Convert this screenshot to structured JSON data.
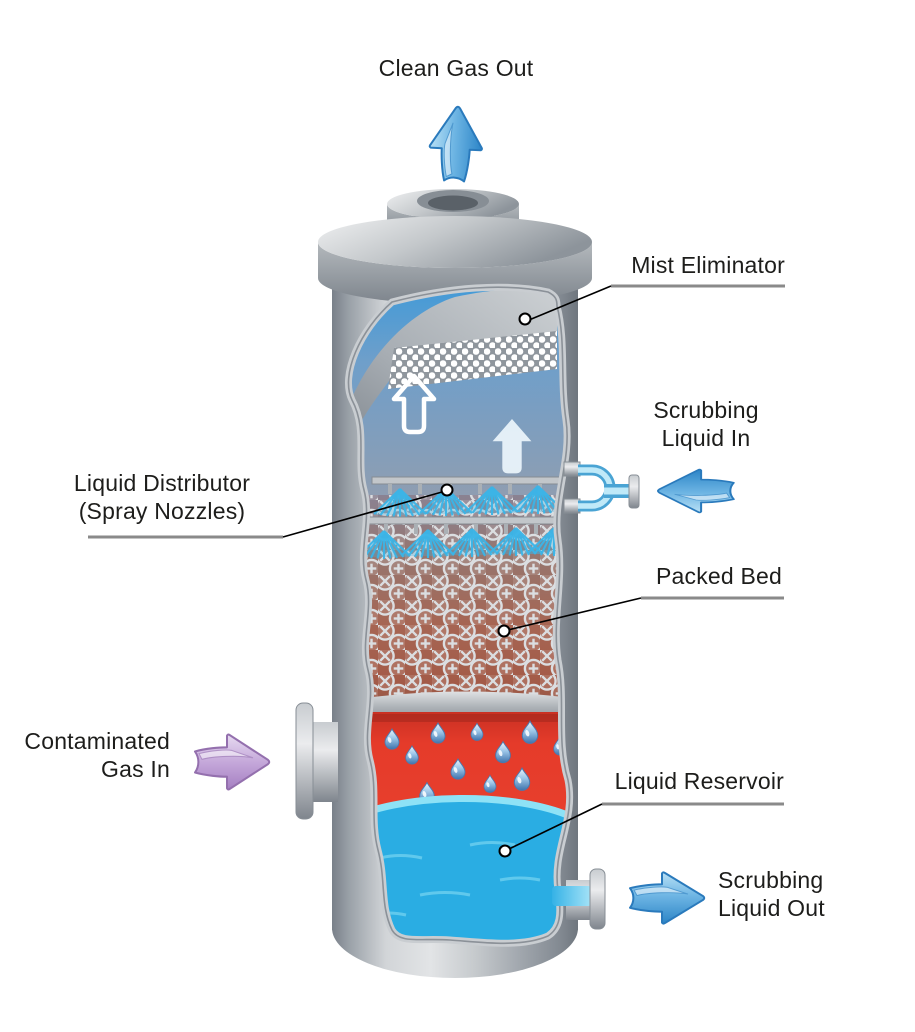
{
  "diagram_type": "packed-bed-gas-scrubber-cutaway",
  "labels": {
    "clean_gas_out": {
      "text": "Clean Gas Out"
    },
    "mist_eliminator": {
      "text": "Mist Eliminator"
    },
    "scrubbing_liquid_in": {
      "line1": "Scrubbing",
      "line2": "Liquid In"
    },
    "liquid_distributor": {
      "line1": "Liquid Distributor",
      "line2": "(Spray Nozzles)"
    },
    "packed_bed": {
      "text": "Packed Bed"
    },
    "contaminated_gas_in": {
      "line1": "Contaminated",
      "line2": "Gas In"
    },
    "liquid_reservoir": {
      "text": "Liquid Reservoir"
    },
    "scrubbing_liquid_out": {
      "line1": "Scrubbing",
      "line2": "Liquid Out"
    }
  },
  "palette": {
    "background": "#ffffff",
    "vessel_gray_light": "#e2e4e6",
    "vessel_gray_dark": "#798089",
    "interior_gas_blue": "#3f9ad9",
    "interior_gas_gray": "#939dae",
    "mist_eliminator_band": "#8f969d",
    "spray_blue": "#3ab5e8",
    "packed_bed_brown": "#a66553",
    "red_zone": "#e53b2a",
    "reservoir_blue": "#2aade3",
    "arrow_blue": "#2c85c7",
    "arrow_purple": "#b593cc",
    "label_text": "#1d1d1b",
    "leader_line": "#000000",
    "underline_gray": "#8a8a8a"
  }
}
